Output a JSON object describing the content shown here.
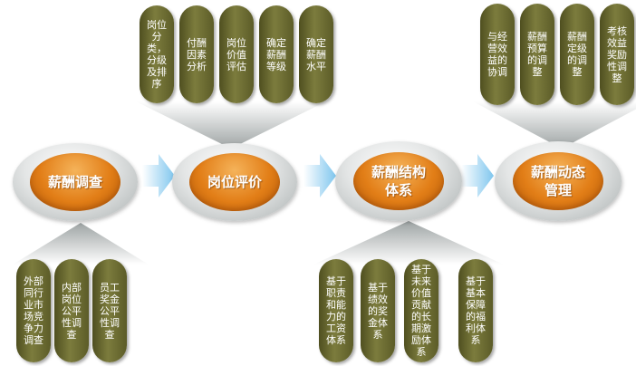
{
  "stages": [
    {
      "label": "薪酬调查"
    },
    {
      "label": "岗位评价"
    },
    {
      "label": "薪酬结构体系"
    },
    {
      "label": "薪酬动态管理"
    }
  ],
  "pills": {
    "job_evaluation": [
      {
        "label": "岗位分类，分级及排序"
      },
      {
        "label": "付酬因素分析"
      },
      {
        "label": "岗位价值评估"
      },
      {
        "label": "确定薪酬等级"
      },
      {
        "label": "确定薪酬水平"
      }
    ],
    "dynamic_management": [
      {
        "label": "与经营效益的协调"
      },
      {
        "label": "薪酬预算的调整"
      },
      {
        "label": "薪酬定级的调整"
      },
      {
        "label": "考核效益奖励性调整"
      }
    ],
    "survey": [
      {
        "label": "外部同行业市场竞争力调查"
      },
      {
        "label": "内部岗位公平性调查"
      },
      {
        "label": "员工奖金公平性调查"
      }
    ],
    "structure": [
      {
        "label": "基于职责和能力的工资体系"
      },
      {
        "label": "基于绩效的奖金体系"
      },
      {
        "label": "基于未来价值贡献的长期激励体系"
      },
      {
        "label": "基于基本保障的福利体系"
      }
    ]
  }
}
